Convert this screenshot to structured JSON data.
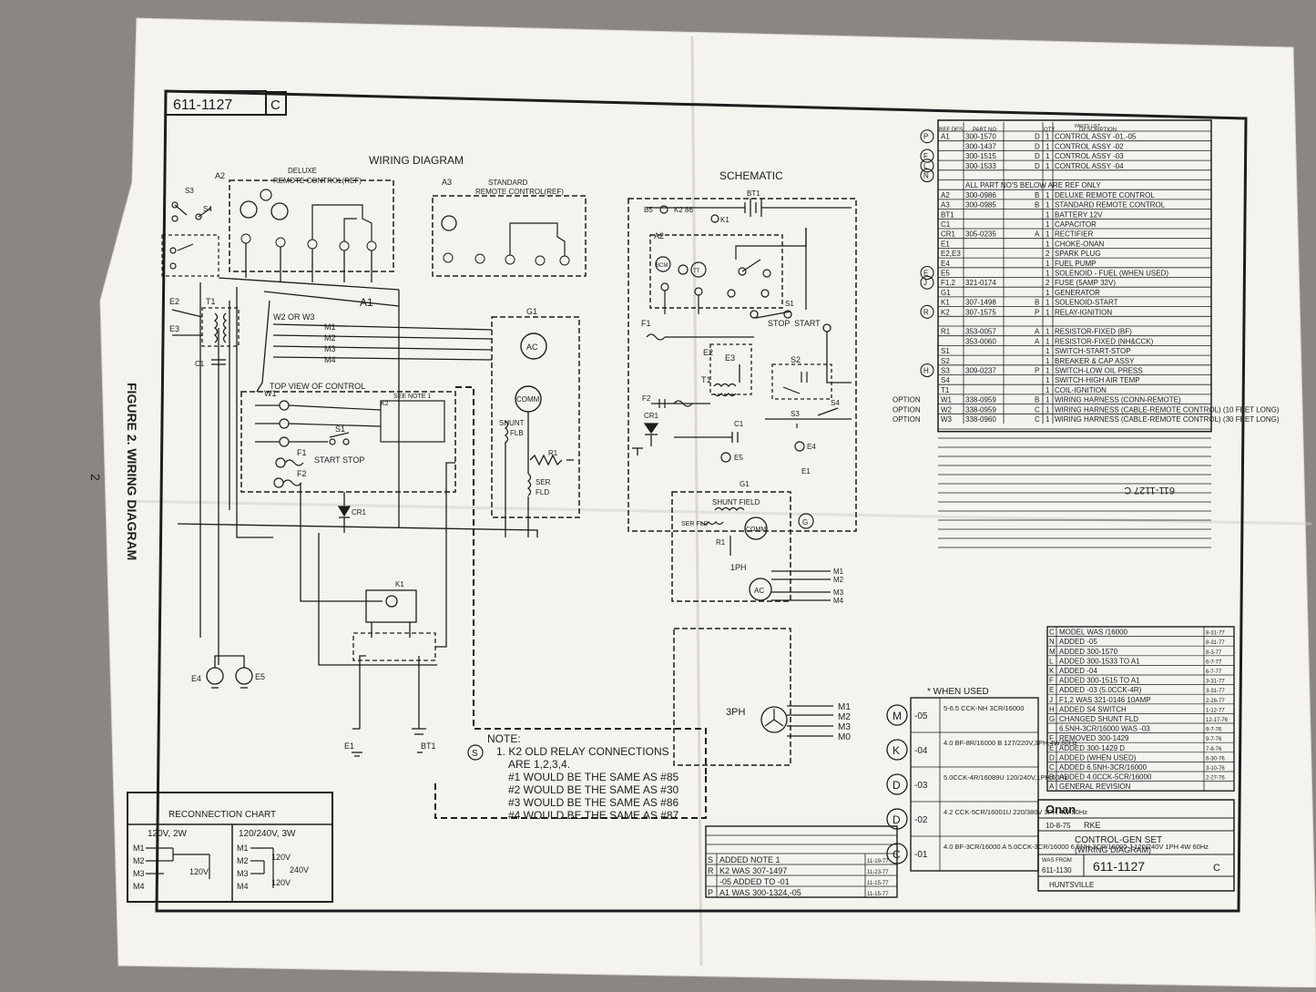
{
  "header": {
    "doc_number": "611-1127",
    "revision": "C"
  },
  "wiring": {
    "title": "WIRING DIAGRAM",
    "a2_label": "A2",
    "a2_title_line1": "DELUXE",
    "a2_title_line2": "REMOTE CONTROL(REF)",
    "a3_label": "A3",
    "a3_title_line1": "STANDARD",
    "a3_title_line2": "REMOTE CONTROL(REF)",
    "a1_label": "A1",
    "w_label": "W2 OR W3",
    "w1_label": "W1",
    "top_view": "TOP VIEW OF CONTROL",
    "see_note": "SEE NOTE 1",
    "start_stop": "START STOP",
    "s1_label": "S1",
    "s3": "S3",
    "s4": "S4",
    "e2": "E2",
    "e3": "E3",
    "t1": "T1",
    "c1": "C1",
    "f1": "F1",
    "f2": "F2",
    "cr1": "CR1",
    "k1": "K1",
    "k2": "K2",
    "e4": "E4",
    "e5": "E5",
    "e1": "E1",
    "bt1": "BT1",
    "g1": "G1",
    "ac": "AC",
    "comm": "COMM",
    "shunt": "SHUNT",
    "flb": "FLB",
    "r1": "R1",
    "ser": "SER",
    "fld": "FLD",
    "m_labels": [
      "M1",
      "M2",
      "M3",
      "M4"
    ]
  },
  "side_title": {
    "figure": "FIGURE 2. WIRING DIAGRAM",
    "page": "2"
  },
  "schematic": {
    "title": "SCHEMATIC",
    "bt1": "BT1",
    "b5": "B5",
    "k2": "K2 86",
    "k1": "K1",
    "a2": "A2",
    "bcm": "BCM",
    "tt": "TT",
    "s1": "S1",
    "stop": "STOP",
    "start": "START",
    "f1": "F1",
    "e2": "E2",
    "e3": "E3",
    "t1": "T1",
    "s2": "S2",
    "s3": "S3",
    "s4": "S4",
    "cr1": "CR1",
    "c1": "C1",
    "e5": "E5",
    "e4": "E4",
    "e1": "E1",
    "f2": "F2",
    "g1": "G1",
    "g_circle": "G",
    "shunt_field": "SHUNT FIELD",
    "ser_fld": "SER FLD",
    "comm": "COMM",
    "r1": "R1",
    "one_ph": "1PH",
    "ac": "AC",
    "three_ph": "3PH",
    "m_labels_1ph": [
      "M1",
      "M2",
      "M3",
      "M4"
    ],
    "m_labels_3ph": [
      "M1",
      "M2",
      "M3",
      "M0"
    ]
  },
  "note": {
    "title": "NOTE:",
    "marker": "S",
    "lines": [
      "1. K2 OLD RELAY CONNECTIONS",
      "ARE 1,2,3,4.",
      "#1 WOULD BE THE SAME AS #85",
      "#2 WOULD BE THE SAME AS #30",
      "#3 WOULD BE THE SAME AS #86",
      "#4 WOULD BE THE SAME AS #87"
    ]
  },
  "reconnection": {
    "title": "RECONNECTION CHART",
    "col1": "120V, 2W",
    "col2": "120/240V, 3W",
    "v120": "120V",
    "v240": "240V",
    "m_labels": [
      "M1",
      "M2",
      "M3",
      "M4"
    ]
  },
  "parts_list": {
    "title": "PARTS LIST",
    "headers": [
      "REF DES",
      "PART NO",
      "",
      "QTY",
      "DESCRIPTION"
    ],
    "rows": [
      {
        "mark": "P",
        "ref": "A1",
        "part": "300-1570",
        "rev": "D",
        "qty": "1",
        "desc": "CONTROL ASSY -01,-05"
      },
      {
        "mark": "",
        "ref": "",
        "part": "300-1437",
        "rev": "D",
        "qty": "1",
        "desc": "CONTROL ASSY -02"
      },
      {
        "mark": "F",
        "ref": "",
        "part": "300-1515",
        "rev": "D",
        "qty": "1",
        "desc": "CONTROL ASSY -03"
      },
      {
        "mark": "L",
        "ref": "",
        "part": "300-1533",
        "rev": "D",
        "qty": "1",
        "desc": "CONTROL ASSY -04"
      },
      {
        "mark": "N",
        "ref": "",
        "part": "",
        "rev": "",
        "qty": "",
        "desc": ""
      },
      {
        "mark": "",
        "ref": "",
        "part": "ALL PART NO'S BELOW ARE REF ONLY",
        "rev": "",
        "qty": "",
        "desc": ""
      },
      {
        "mark": "",
        "ref": "A2",
        "part": "300-0986",
        "rev": "B",
        "qty": "1",
        "desc": "DELUXE REMOTE CONTROL"
      },
      {
        "mark": "",
        "ref": "A3",
        "part": "300-0985",
        "rev": "B",
        "qty": "1",
        "desc": "STANDARD REMOTE CONTROL"
      },
      {
        "mark": "",
        "ref": "BT1",
        "part": "",
        "rev": "",
        "qty": "1",
        "desc": "BATTERY 12V"
      },
      {
        "mark": "",
        "ref": "C1",
        "part": "",
        "rev": "",
        "qty": "1",
        "desc": "CAPACITOR"
      },
      {
        "mark": "",
        "ref": "CR1",
        "part": "305-0235",
        "rev": "A",
        "qty": "1",
        "desc": "RECTIFIER"
      },
      {
        "mark": "",
        "ref": "E1",
        "part": "",
        "rev": "",
        "qty": "1",
        "desc": "CHOKE-ONAN"
      },
      {
        "mark": "",
        "ref": "E2,E3",
        "part": "",
        "rev": "",
        "qty": "2",
        "desc": "SPARK PLUG"
      },
      {
        "mark": "",
        "ref": "E4",
        "part": "",
        "rev": "",
        "qty": "1",
        "desc": "FUEL PUMP"
      },
      {
        "mark": "E",
        "ref": "E5",
        "part": "",
        "rev": "",
        "qty": "1",
        "desc": "SOLENOID - FUEL (WHEN USED)"
      },
      {
        "mark": "J",
        "ref": "F1,2",
        "part": "321-0174",
        "rev": "",
        "qty": "2",
        "desc": "FUSE (5AMP 32V)"
      },
      {
        "mark": "",
        "ref": "G1",
        "part": "",
        "rev": "",
        "qty": "1",
        "desc": "GENERATOR"
      },
      {
        "mark": "",
        "ref": "K1",
        "part": "307-1498",
        "rev": "B",
        "qty": "1",
        "desc": "SOLENOID-START"
      },
      {
        "mark": "R",
        "ref": "K2",
        "part": "307-1575",
        "rev": "P",
        "qty": "1",
        "desc": "RELAY-IGNITION"
      },
      {
        "mark": "",
        "ref": "",
        "part": "",
        "rev": "",
        "qty": "",
        "desc": ""
      },
      {
        "mark": "",
        "ref": "R1",
        "part": "353-0057",
        "rev": "A",
        "qty": "1",
        "desc": "RESISTOR-FIXED (BF)"
      },
      {
        "mark": "",
        "ref": "",
        "part": "353-0060",
        "rev": "A",
        "qty": "1",
        "desc": "RESISTOR-FIXED (NH&CCK)"
      },
      {
        "mark": "",
        "ref": "S1",
        "part": "",
        "rev": "",
        "qty": "1",
        "desc": "SWITCH-START-STOP"
      },
      {
        "mark": "",
        "ref": "S2",
        "part": "",
        "rev": "",
        "qty": "1",
        "desc": "BREAKER & CAP ASSY"
      },
      {
        "mark": "H",
        "ref": "S3",
        "part": "309-0237",
        "rev": "P",
        "qty": "1",
        "desc": "SWITCH-LOW OIL PRESS"
      },
      {
        "mark": "",
        "ref": "S4",
        "part": "",
        "rev": "",
        "qty": "1",
        "desc": "SWITCH-HIGH AIR TEMP"
      },
      {
        "mark": "",
        "ref": "T1",
        "part": "",
        "rev": "",
        "qty": "1",
        "desc": "COIL-IGNITION"
      },
      {
        "mark": "OPTION",
        "ref": "W1",
        "part": "338-0959",
        "rev": "B",
        "qty": "1",
        "desc": "WIRING HARNESS (CONN-REMOTE)"
      },
      {
        "mark": "OPTION",
        "ref": "W2",
        "part": "338-0959",
        "rev": "C",
        "qty": "1",
        "desc": "WIRING HARNESS (CABLE-REMOTE CONTROL) (10 FEET LONG)"
      },
      {
        "mark": "OPTION",
        "ref": "W3",
        "part": "338-0960",
        "rev": "C",
        "qty": "1",
        "desc": "WIRING HARNESS (CABLE-REMOTE CONTROL) (30 FEET LONG)"
      }
    ],
    "stamp": "611-1127 C"
  },
  "revisions_right": {
    "rows": [
      {
        "ltr": "C",
        "desc": "MODEL WAS /16000",
        "date": "8-31-77"
      },
      {
        "ltr": "N",
        "desc": "ADDED -05",
        "date": "8-31-77"
      },
      {
        "ltr": "M",
        "desc": "ADDED 300-1570",
        "date": "8-3-77"
      },
      {
        "ltr": "L",
        "desc": "ADDED 300-1533 TO A1",
        "date": "6-7-77"
      },
      {
        "ltr": "K",
        "desc": "ADDED -04",
        "date": "6-7-77"
      },
      {
        "ltr": "F",
        "desc": "ADDED 300-1515 TO A1",
        "date": "3-31-77"
      },
      {
        "ltr": "E",
        "desc": "ADDED -03 (5.0CCK-4R)",
        "date": "3-31-77"
      },
      {
        "ltr": "J",
        "desc": "F1,2 WAS 321-0146 10AMP",
        "date": "2-28-77"
      },
      {
        "ltr": "H",
        "desc": "ADDED S4 SWITCH",
        "date": "1-12-77"
      },
      {
        "ltr": "G",
        "desc": "CHANGED SHUNT FLD",
        "date": "12-17-76"
      },
      {
        "ltr": "",
        "desc": "6.5NH-3CR/16000 WAS -03",
        "date": "9-7-76"
      },
      {
        "ltr": "F",
        "desc": "REMOVED 300-1429",
        "date": "9-7-76"
      },
      {
        "ltr": "E",
        "desc": "ADDED 300-1429 D",
        "date": "7-8-76"
      },
      {
        "ltr": "D",
        "desc": "ADDED (WHEN USED)",
        "date": "6-30-76"
      },
      {
        "ltr": "C",
        "desc": "ADDED 6.5NH-3CR/16000",
        "date": "3-10-76"
      },
      {
        "ltr": "B",
        "desc": "ADDED 4.0CCK-5CR/16000",
        "date": "2-27-76"
      },
      {
        "ltr": "A",
        "desc": "GENERAL REVISION",
        "date": ""
      }
    ]
  },
  "models": {
    "when_used": "* WHEN USED",
    "rows": [
      {
        "mark": "M",
        "dash": "-05",
        "text": "5-6.5 CCK-NH 3CR/16000"
      },
      {
        "mark": "K",
        "dash": "-04",
        "text": "4.0 BF-8R/16000 B 127/220V,3PH,4W,60Hz"
      },
      {
        "mark": "D",
        "dash": "-03",
        "text": "5.0CCK-4R/16089U 120/240V,1PH,60Hz"
      },
      {
        "mark": "D",
        "dash": "-02",
        "text": "4.2 CCK-5CR/16001U 220/380V 3PH 4W 50Hz"
      },
      {
        "mark": "C",
        "dash": "-01",
        "text": "4.0 BF-3CR/16000 A 5.0CCK-3CR/16000 6.5NH-3CR/16000 J 120/240V 1PH 4W 60Hz"
      }
    ]
  },
  "title_block": {
    "company": "Onan",
    "date": "10-8-75",
    "drawn": "RKE",
    "title_line1": "CONTROL-GEN SET",
    "title_line2": "(WIRING DIAGRAM)",
    "was_from_label": "WAS FROM",
    "was_from": "611-1130",
    "number": "611-1127",
    "rev": "C",
    "location": "HUNTSVILLE"
  },
  "revisions_bottom": {
    "rows": [
      {
        "ltr": "S",
        "desc": "ADDED NOTE 1",
        "date": "11-19-77"
      },
      {
        "ltr": "R",
        "desc": "K2 WAS 307-1497",
        "date": "11-23-77"
      },
      {
        "ltr": "",
        "desc": "-05 ADDED TO -01",
        "date": "11-15-77"
      },
      {
        "ltr": "P",
        "desc": "A1 WAS 300-1324,-05",
        "date": "11-15-77"
      }
    ]
  },
  "colors": {
    "paper": "#f4f3ee",
    "ink": "#1d1d1d",
    "floor": "#8a8782"
  }
}
